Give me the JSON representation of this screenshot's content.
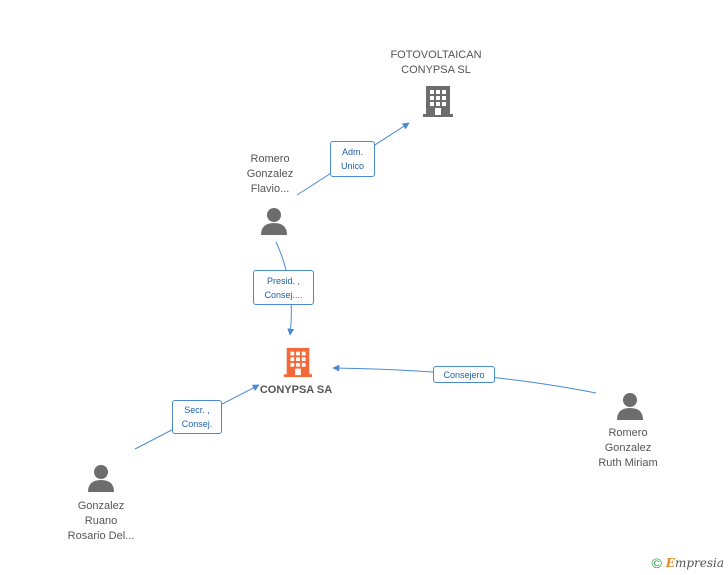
{
  "nodes": {
    "fotovoltaican": {
      "label": "FOTOVOLTAICAN\nCONYPSA SL"
    },
    "conypsa": {
      "label": "CONYPSA SA"
    },
    "romero_flavio": {
      "label": "Romero\nGonzalez\nFlavio..."
    },
    "romero_ruth": {
      "label": "Romero\nGonzalez\nRuth Miriam"
    },
    "gonzalez_rosario": {
      "label": "Gonzalez\nRuano\nRosario Del..."
    }
  },
  "edges": {
    "adm_unico": {
      "label": "Adm.\nUnico"
    },
    "presid_consej": {
      "label": "Presid. ,\nConsej...."
    },
    "consejero": {
      "label": "Consejero"
    },
    "secr_consej": {
      "label": "Secr. ,\nConsej."
    }
  },
  "footer": {
    "copyright_symbol": "©",
    "brand_initial": "E",
    "brand_rest": "mpresia"
  },
  "colors": {
    "edge": "#4a8ad4",
    "company_main": "#f26a3a",
    "company": "#6d6d6d",
    "person": "#6d6d6d"
  }
}
